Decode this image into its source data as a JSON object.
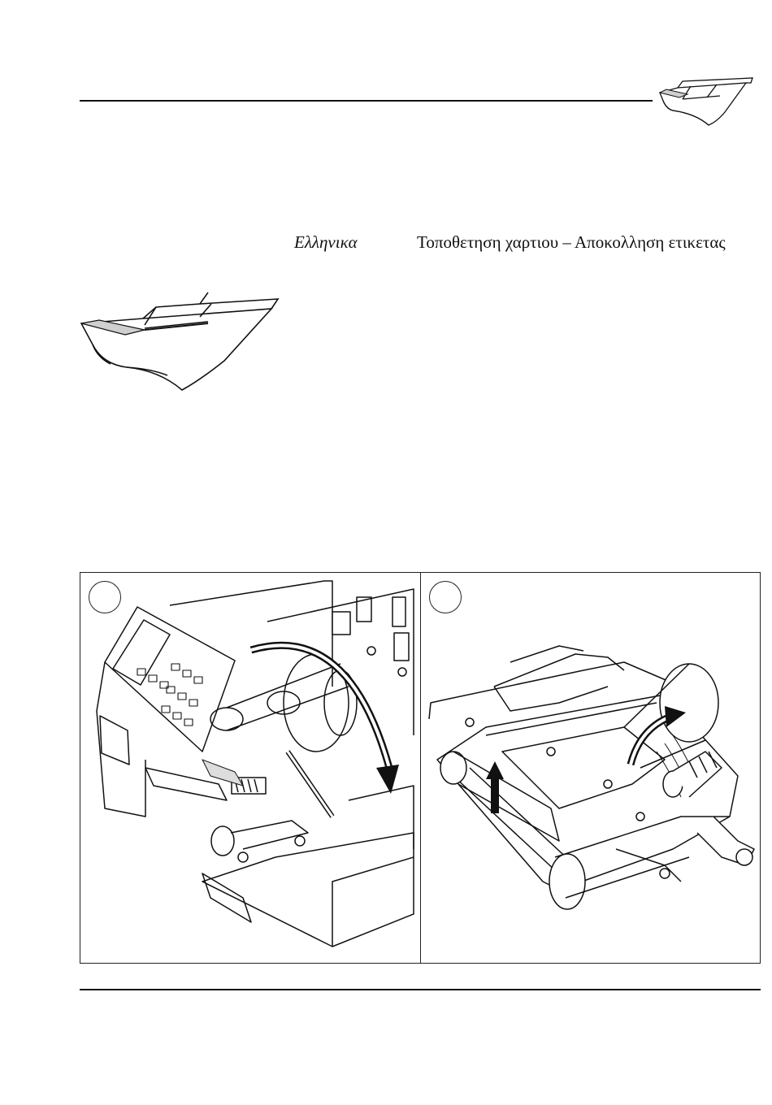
{
  "header": {
    "language": "Ελληνικα",
    "section_title": "Τοποθετηση χαρτιου – Αποκολληση ετικετας"
  },
  "icons": {
    "corner": "label-roll-icon",
    "large": "label-roll-icon"
  },
  "figure": {
    "steps": [
      {
        "number": "",
        "illustration": "printer-open-lid-illustration"
      },
      {
        "number": "",
        "illustration": "printhead-mechanism-illustration"
      }
    ]
  },
  "colors": {
    "line": "#111111",
    "liner": "#cfcfcf"
  }
}
